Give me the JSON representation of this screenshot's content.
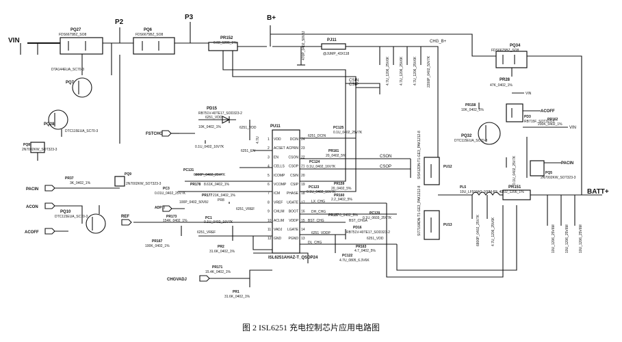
{
  "caption": "图 2   ISL6251 充电控制芯片应用电路图",
  "nets": {
    "vin": "VIN",
    "p2": "P2",
    "p3": "P3",
    "bplus": "B+",
    "battplus": "BATT+",
    "fstchg": "FSTCHG",
    "pacin": "PACIN",
    "acon": "ACON",
    "acoff": "ACOFF",
    "ref": "REF",
    "chgvadj": "CHGVADJ",
    "chg_bplus": "CHG_B+",
    "csin": "CSIN",
    "csip": "CSIP",
    "cson": "CSON",
    "csop": "CSOP",
    "vin_right": "VIN",
    "acoff_right": "ACOFF",
    "pacin_right": "PACIN",
    "adp_i": "ADP_I",
    "vin_r": "VIN"
  },
  "ic": {
    "ref": "PU11",
    "part": "ISL6251AHAZ-T_QSOP24",
    "left_pins": [
      "VDD",
      "ACSET",
      "EN",
      "CELLS",
      "ICOMP",
      "VCOMP",
      "ICM",
      "VREF",
      "CHLIM",
      "ACLIM",
      "VADJ",
      "GND"
    ],
    "left_nums": [
      "1",
      "2",
      "3",
      "4",
      "5",
      "6",
      "7",
      "8",
      "9",
      "10",
      "11",
      "12"
    ],
    "right_pins": [
      "DCIN",
      "ACPRN",
      "CSON",
      "CSOP",
      "CSIN",
      "CSIP",
      "PHASE",
      "UGATE",
      "BOOT",
      "VDDP",
      "LGATE",
      "PGND"
    ],
    "right_nums": [
      "24",
      "23",
      "22",
      "21",
      "20",
      "19",
      "18",
      "17",
      "16",
      "15",
      "14",
      "13"
    ]
  },
  "components": {
    "pq27": "PQ27",
    "pq27_part": "FDS6675BZ_SO8",
    "pq6": "PQ6",
    "pq6_part": "FDS6675BZ_SO8",
    "pq34": "PQ34",
    "pq34_part": "FDS6675BZ_SO8",
    "pr152": "PR152",
    "pr152_val": "0.02_1206_1%",
    "pj11": "PJ11",
    "pj11_val": "@JUMP_43X118",
    "pq7": "PQ7",
    "pq7_part": "DTA144EUA_SC70-3",
    "pq28": "PQ28",
    "pq28_part": "DTC115EUA_SC70-3",
    "pq8": "PQ8",
    "pq8_part": "2N7002KW_SOT323-3",
    "pq9": "PQ9",
    "pq9_part": "2N7002KW_SOT323-3",
    "pq10": "PQ10",
    "pq10_part": "DTC115EUA_SC70-3",
    "pq32": "PQ32",
    "pq32_part": "DTC115EUA_SC70-3",
    "pq5": "PQ5",
    "pq5_part": "2N7002KW_SOT323-3",
    "pd15": "PD15",
    "pd15_part": "RB751V-40TE17_SOD323-2",
    "pd3": "PD3",
    "pd3_part": "RB715F_SOT323-3",
    "pd16": "PD16",
    "pd16_part": "RB751V-40TE17_SOD323-2",
    "pr28": "PR28",
    "pr28_val": "47K_0402_1%",
    "pr158": "PR158",
    "pr158_val": "10K_0402_1%",
    "pr162": "PR162",
    "pr162_val": "200K_0402_1%",
    "pr37": "PR37",
    "pr37_val": "3K_0402_1%",
    "pr173": "PR173",
    "pr173_val": "154K_0402_1%",
    "pr167": "PR167",
    "pr167_val": "100K_0402_1%",
    "pr171": "PR171",
    "pr171_val": "15.4K_0402_1%",
    "pr1": "PR1",
    "pr1_val": "31.6K_0402_1%",
    "pr2": "PR2",
    "pr2_val": "31.6K_0402_1%",
    "pr161": "PR161",
    "pr161_val": "20_0402_5%",
    "pr159": "PR159",
    "pr159_val": "20_0402_5%",
    "pr160": "PR160",
    "pr160_val": "2.2_0402_5%",
    "pr157": "PR157",
    "pr157_val": "0_0402_5%",
    "pr163": "PR163",
    "pr163_val": "4.7_0402_5%",
    "pr178": "PR178",
    "pr178_val": "8.61K_0402_1%",
    "pr177": "PR177",
    "pr177_val": "21K_0402_1%",
    "pr151": "PR151",
    "pr151_val": "0.02_1206_1%",
    "pl5": "PL5",
    "pl5_val": "10U_LF919AS-100M-P3_4.5A_20%",
    "pc131": "PC131",
    "pc131_val": "6800P_0402_25V7K",
    "pc3": "PC3",
    "pc3_val": "0.01U_0402_25V7K",
    "pc124": "PC124",
    "pc124_val": "0.1U_0402_16V7K",
    "pc123": "PC123",
    "pc123_val": "0.1U_0402_16V7K",
    "pc125": "PC125",
    "pc125_val": "0.1U_0402_25V7K",
    "pc120": "PC120",
    "pc120_val": "0.1U_0603_25V7K",
    "pc122": "PC122",
    "pc122_val": "4.7U_0805_6.3V6K",
    "pc1": "PC1",
    "pc1_val": "0.1U_0402_16V7K",
    "pu12": "PU12",
    "pu12_part": "SIS412DN-T1-GE3_PAK1212-8",
    "pu13": "PU13",
    "pu13_part": "SI7716ADN-T1-GE3_PAK1212-8",
    "vcc_label": "6251_VDD",
    "vref_label": "6251_VREF",
    "vddp_label": "6251_VDDP",
    "vdd_label2": "6251_VDD",
    "dcin_label": "6251_DCIN",
    "en_label": "6251_EN",
    "lx_chg": "LX_CHG",
    "dh_chg": "DH_CHG",
    "dl_chg": "DL_CHG",
    "bst_chg": "BST_CHG",
    "bst_chga": "BST_CHGA",
    "cap_470p": "470P_0402_50V8J",
    "cap_2200p": "2200P_0402_50V7K",
    "cap_4_7u_25v": "4.7U_1206_25V6K",
    "cap_10u_25v": "10U_1206_25V6M",
    "cap_4_7u_1206": "4.7U_1206_25V6K",
    "cap_6800p": "6800P_0402_25V7K",
    "cap_01u_25v": "0.1U_0402_25V7K",
    "cap_100p": "100P_0402_50V8J",
    "cap_2200p_b": "2200P_0402_50V7K"
  }
}
